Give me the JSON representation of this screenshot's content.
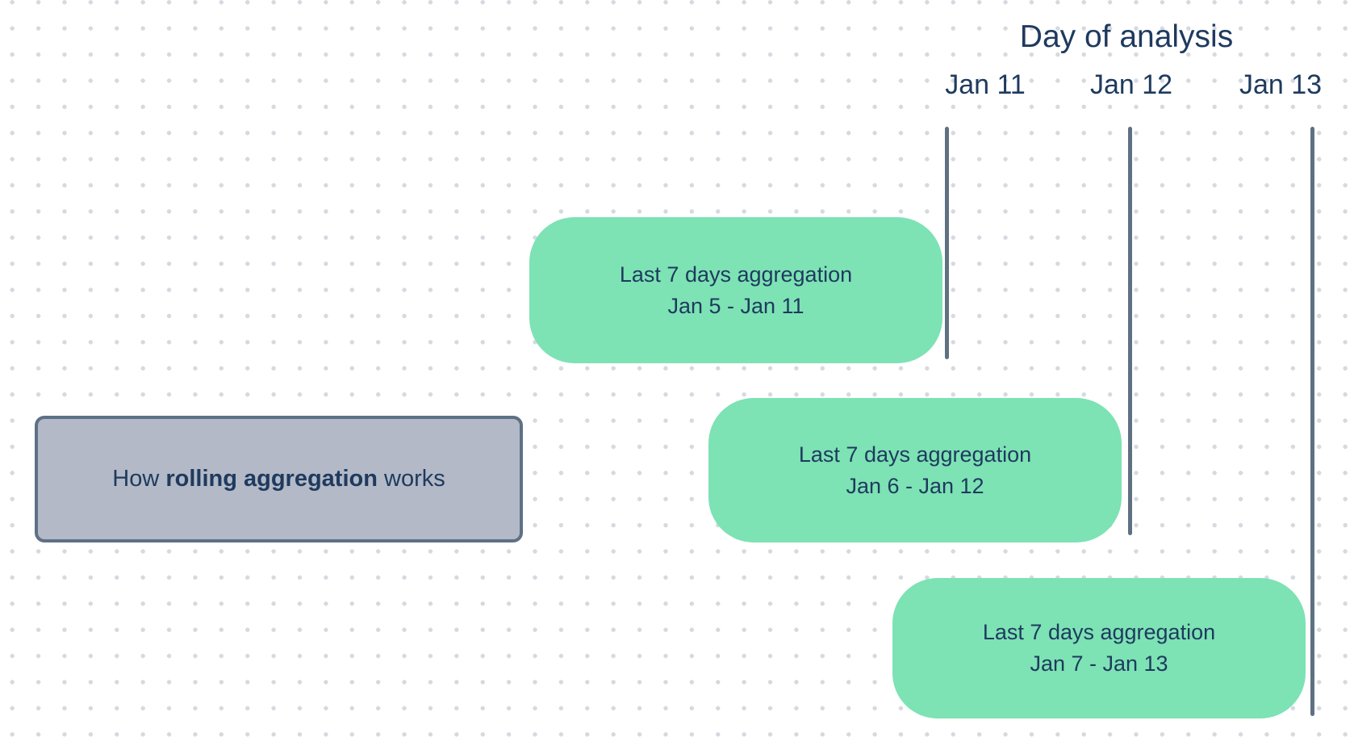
{
  "header": {
    "title": "Day of analysis",
    "days": [
      {
        "label": "Jan 11"
      },
      {
        "label": "Jan 12"
      },
      {
        "label": "Jan 13"
      }
    ]
  },
  "title_card": {
    "text_prefix": "How ",
    "text_bold": "rolling aggregation",
    "text_suffix": " works"
  },
  "aggregation_cards": [
    {
      "line1": "Last 7 days aggregation",
      "line2": "Jan 5 - Jan 11"
    },
    {
      "line1": "Last 7 days aggregation",
      "line2": "Jan 6 - Jan 12"
    },
    {
      "line1": "Last 7 days aggregation",
      "line2": "Jan 7 - Jan 13"
    }
  ],
  "colors": {
    "card_green": "#7DE2B4",
    "title_card_fill": "#B3B9C6",
    "title_card_border": "#5E7086",
    "text_navy": "#1E3A5E",
    "timeline_rule": "#5F7082",
    "dot_grid": "#D5D9E0",
    "background": "#FFFFFF"
  }
}
